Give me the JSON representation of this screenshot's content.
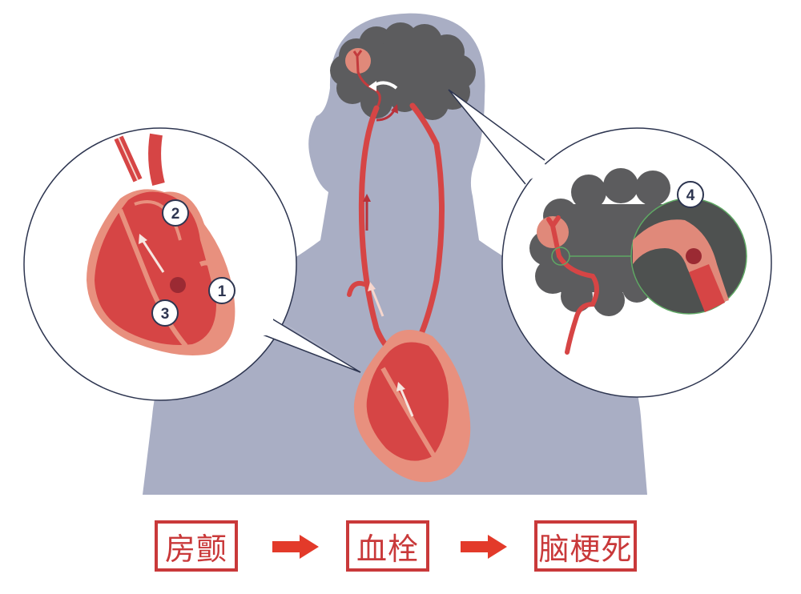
{
  "diagram": {
    "title": "",
    "colors": {
      "body_silhouette": "#a9aec4",
      "blood_red": "#d64545",
      "heart_wall_pink": "#e8907e",
      "brain_gray": "#5c5c5e",
      "brain_lesion_pink": "#e0897a",
      "clot_dark": "#9b2a33",
      "zoom_ring_green": "#5fa864",
      "callout_outline": "#2d3550",
      "label_red": "#c9393a"
    },
    "callouts": [
      {
        "id": "heart-callout",
        "description": "Magnified heart cross-section",
        "markers": [
          "1",
          "2",
          "3"
        ]
      },
      {
        "id": "brain-callout",
        "description": "Magnified brain with occluded artery",
        "markers": [
          "4"
        ]
      }
    ],
    "markers": {
      "m1": "1",
      "m2": "2",
      "m3": "3",
      "m4": "4"
    },
    "flow": {
      "steps": [
        {
          "label": "房颤"
        },
        {
          "label": "血栓"
        },
        {
          "label": "脑梗死"
        }
      ],
      "arrow_icon": "right-arrow-icon"
    }
  }
}
